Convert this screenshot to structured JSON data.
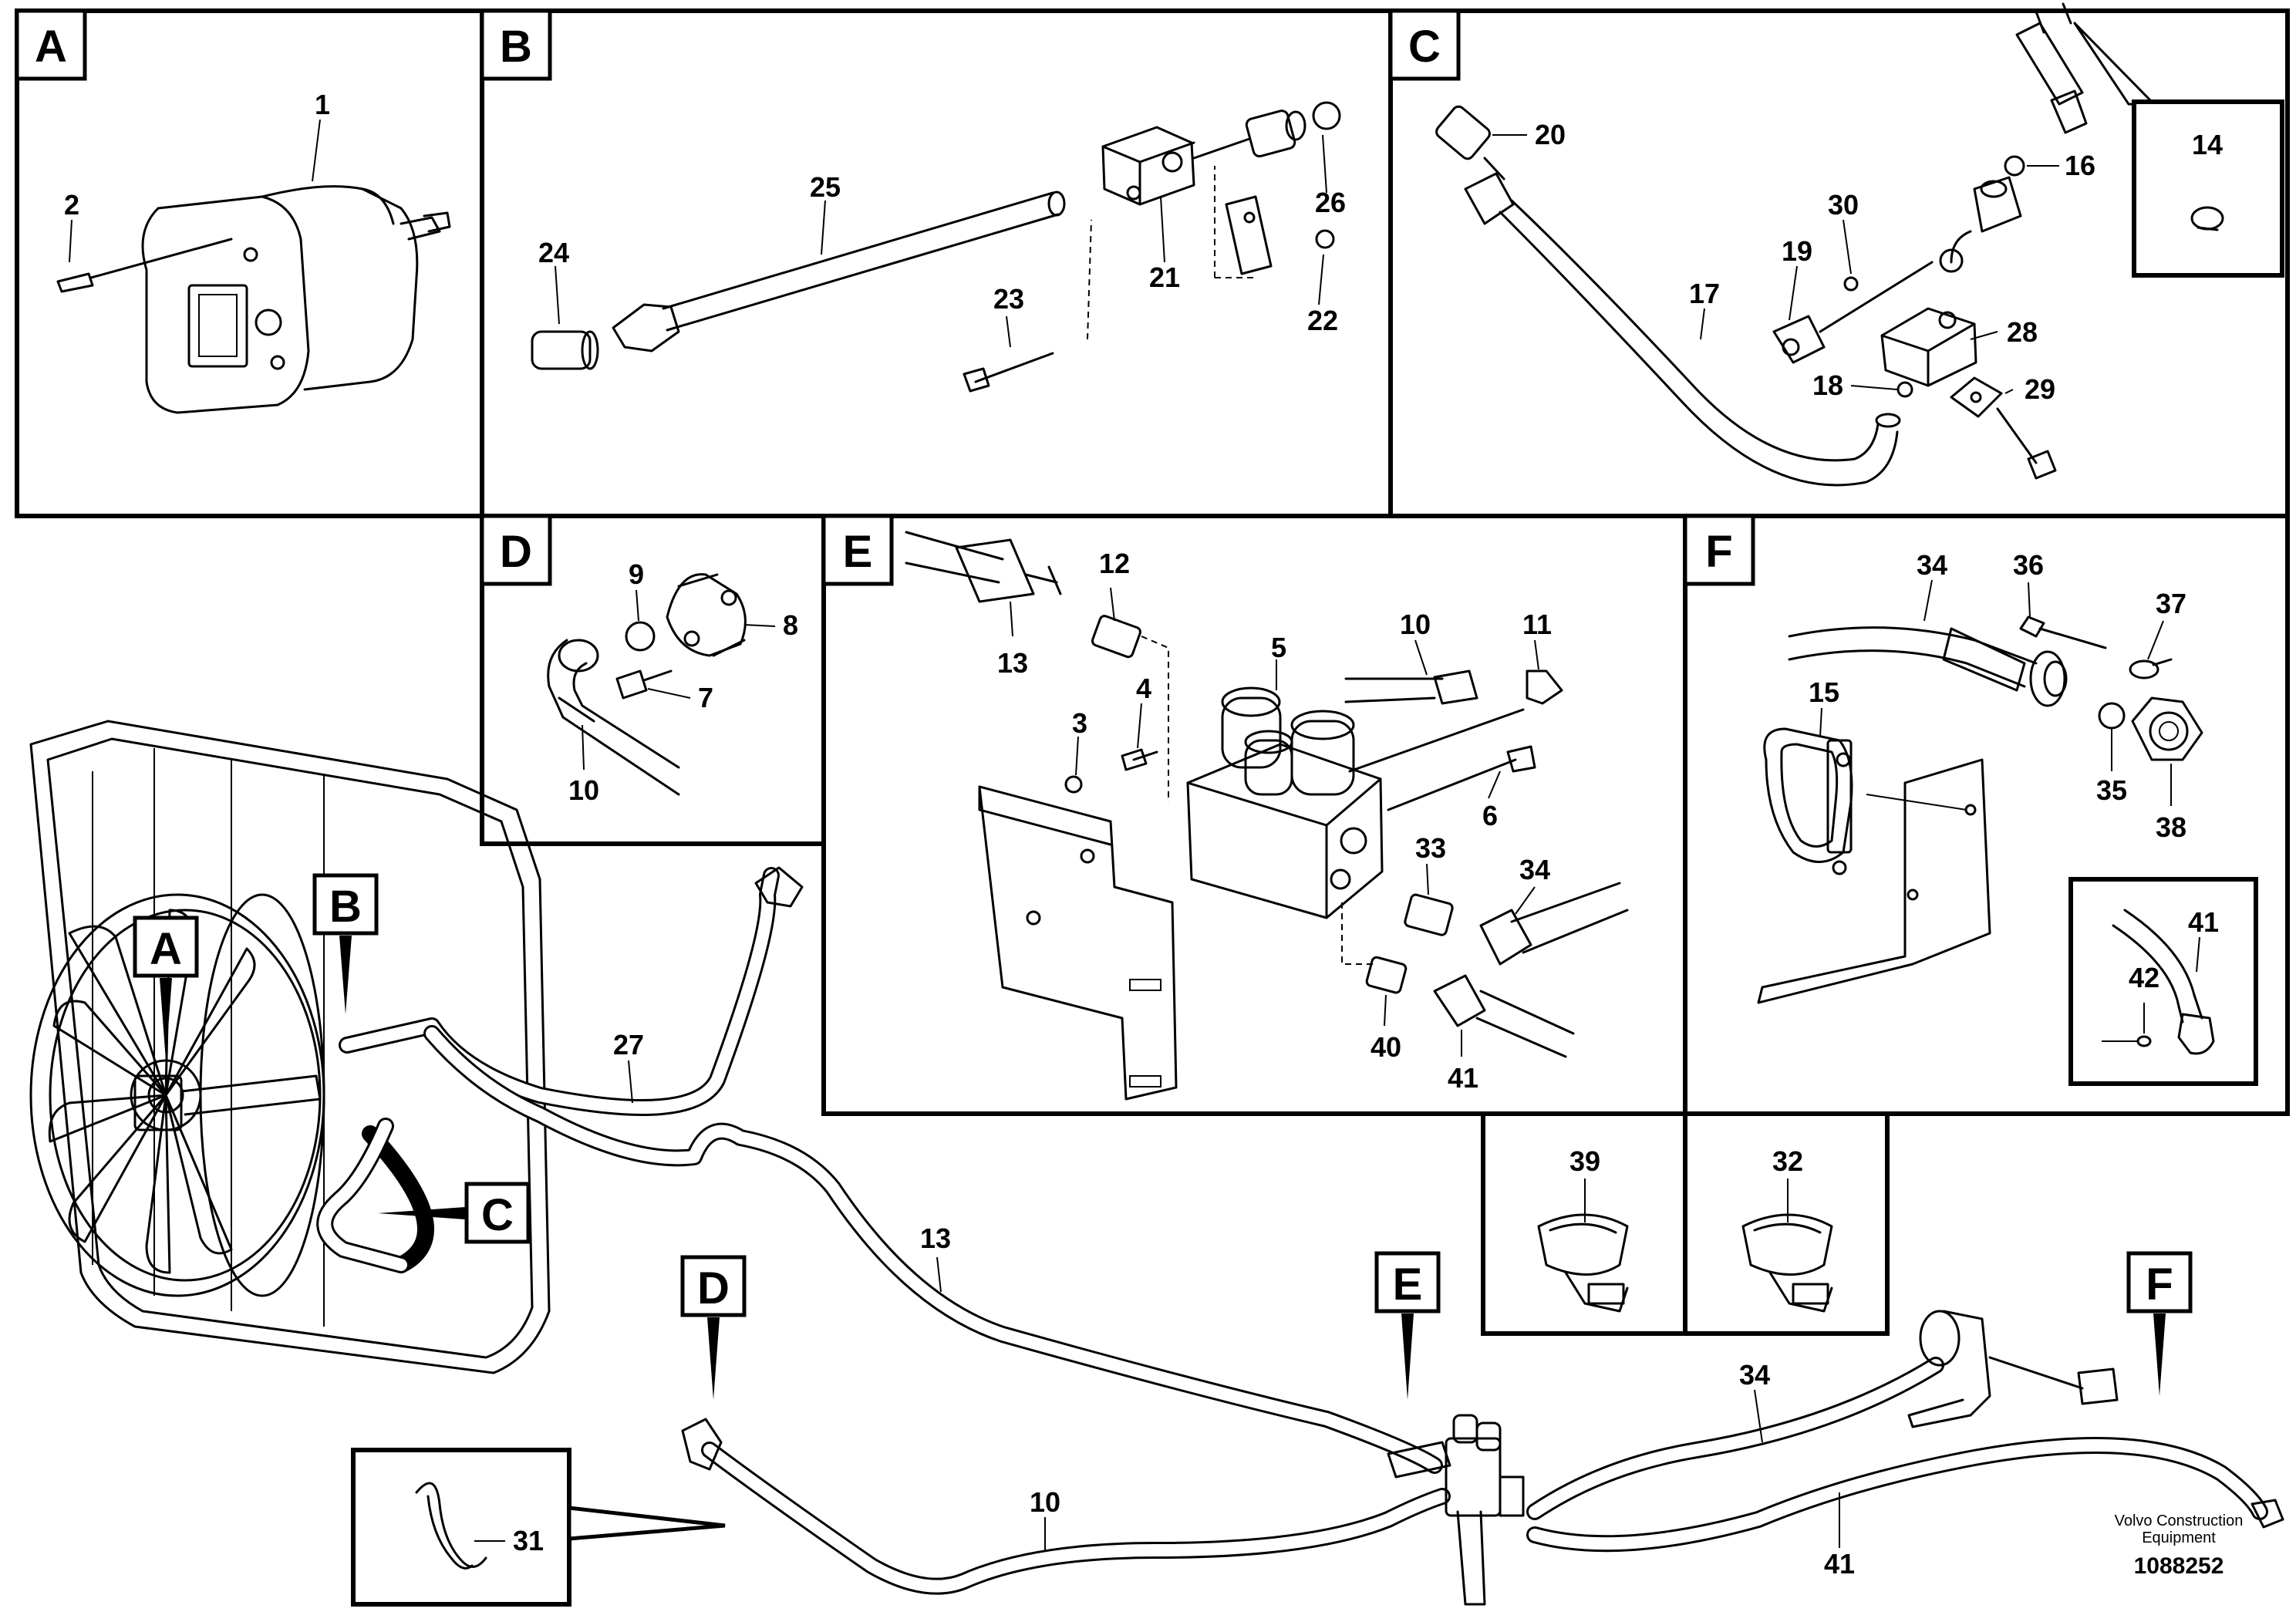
{
  "panels": [
    {
      "id": "A",
      "label": "A"
    },
    {
      "id": "B",
      "label": "B"
    },
    {
      "id": "C",
      "label": "C"
    },
    {
      "id": "D",
      "label": "D"
    },
    {
      "id": "E",
      "label": "E"
    },
    {
      "id": "F",
      "label": "F"
    }
  ],
  "overview_tags": {
    "A": "A",
    "B": "B",
    "C": "C",
    "D": "D",
    "E": "E",
    "F": "F"
  },
  "part_numbers": {
    "a1": "1",
    "a2": "2",
    "b21": "21",
    "b22": "22",
    "b23": "23",
    "b24": "24",
    "b25": "25",
    "b26": "26",
    "c14": "14",
    "c16": "16",
    "c17": "17",
    "c18": "18",
    "c19": "19",
    "c20": "20",
    "c28": "28",
    "c29": "29",
    "c30": "30",
    "d7": "7",
    "d8": "8",
    "d9": "9",
    "d10": "10",
    "e3": "3",
    "e4": "4",
    "e5": "5",
    "e6": "6",
    "e10": "10",
    "e11": "11",
    "e12": "12",
    "e13": "13",
    "e33": "33",
    "e34": "34",
    "e40": "40",
    "e41": "41",
    "f15": "15",
    "f34": "34",
    "f35": "35",
    "f36": "36",
    "f37": "37",
    "f38": "38",
    "f41": "41",
    "f42": "42",
    "k39": "39",
    "k32": "32",
    "m27": "27",
    "m13": "13",
    "m10": "10",
    "m34": "34",
    "m41": "41",
    "m31": "31"
  },
  "footer": {
    "brand_line1": "Volvo Construction",
    "brand_line2": "Equipment",
    "doc_number": "1088252"
  }
}
